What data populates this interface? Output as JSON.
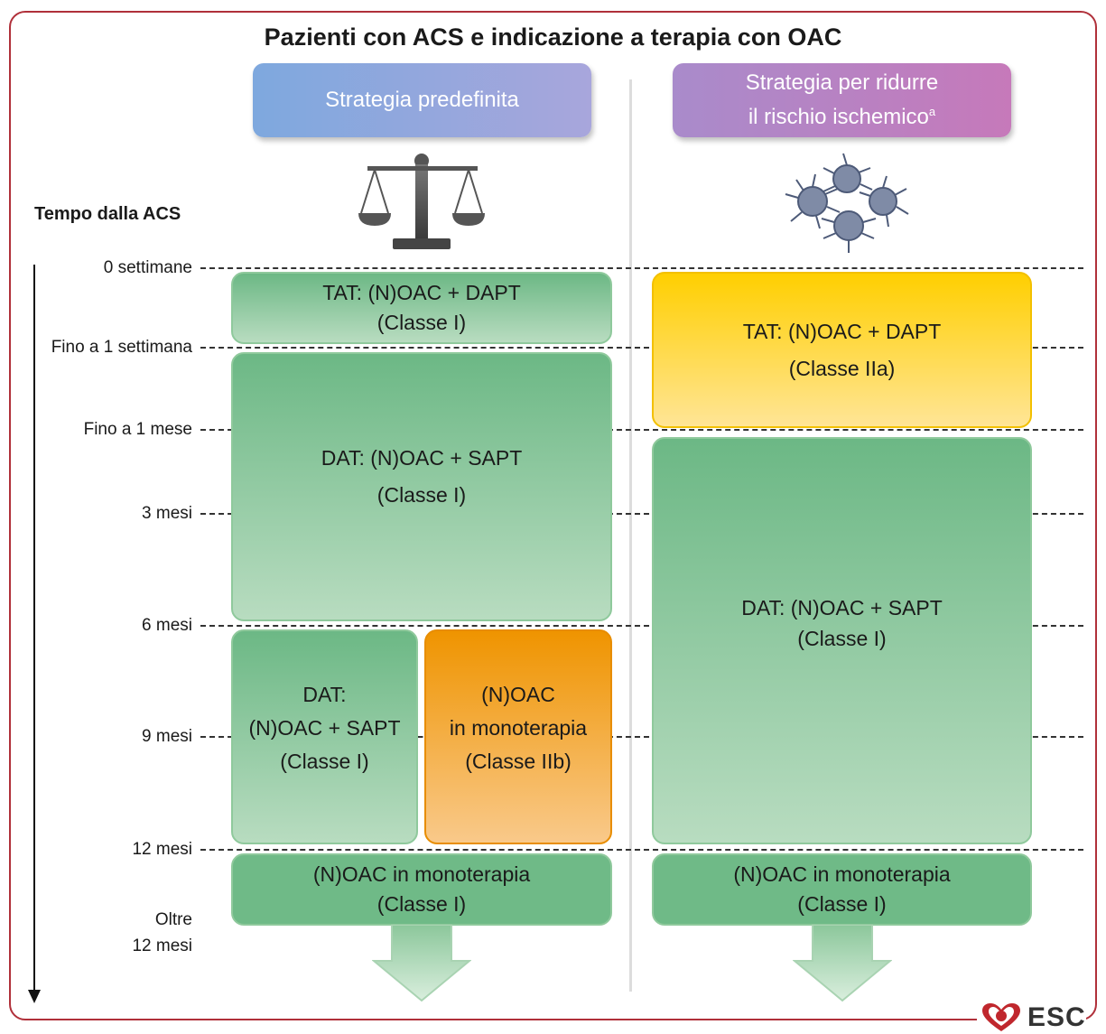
{
  "title": "Pazienti con ACS e indicazione a terapia con OAC",
  "headers": {
    "left": "Strategia predefinita",
    "right_line1": "Strategia per ridurre",
    "right_line2": "il rischio ischemico",
    "right_sup": "a"
  },
  "axis_title": "Tempo dalla ACS",
  "time_labels": [
    "0 settimane",
    "Fino a 1 settimana",
    "Fino a 1 mese",
    "3 mesi",
    "6 mesi",
    "9 mesi",
    "12 mesi"
  ],
  "beyond_label": [
    "Oltre",
    "12 mesi"
  ],
  "left_boxes": {
    "tat": [
      "TAT: (N)OAC + DAPT",
      "(Classe I)"
    ],
    "dat": [
      "DAT: (N)OAC + SAPT",
      "(Classe I)"
    ],
    "dat2": [
      "DAT:",
      "(N)OAC + SAPT",
      "(Classe I)"
    ],
    "mono_iib": [
      "(N)OAC",
      "in monoterapia",
      "(Classe IIb)"
    ],
    "mono": [
      "(N)OAC in monoterapia",
      "(Classe I)"
    ]
  },
  "right_boxes": {
    "tat": [
      "TAT: (N)OAC + DAPT",
      "(Classe IIa)"
    ],
    "dat": [
      "DAT: (N)OAC + SAPT",
      "(Classe I)"
    ],
    "mono": [
      "(N)OAC in monoterapia",
      "(Classe I)"
    ]
  },
  "icons": {
    "left": "balance-scale-icon",
    "right": "platelets-icon",
    "logo": "esc-heart-logo"
  },
  "logo_text": "ESC",
  "colors": {
    "frame": "#b0303a",
    "green": "#6cb885",
    "yellow": "#ffcf00",
    "orange": "#ef9400"
  }
}
